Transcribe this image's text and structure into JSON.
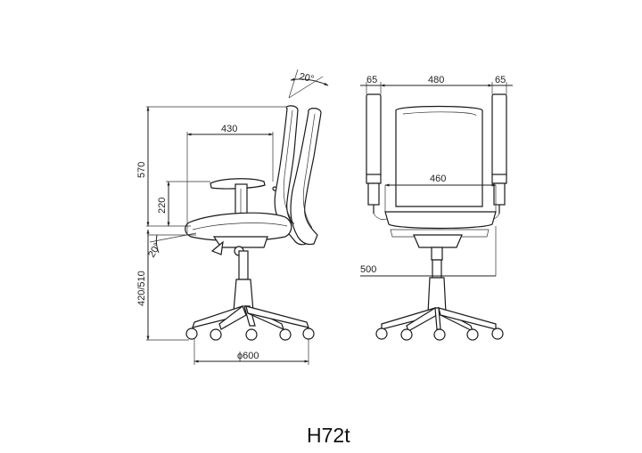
{
  "model": "H72t",
  "side_view": {
    "back_angle": "20°",
    "seat_width": "430",
    "total_height": "570",
    "arm_height": "220",
    "seat_tilt": "20°",
    "seat_height": "420/510",
    "base_diameter": "ϕ600"
  },
  "front_view": {
    "arm_left": "65",
    "back_width": "480",
    "arm_right": "65",
    "seat_width": "460",
    "height": "500"
  }
}
